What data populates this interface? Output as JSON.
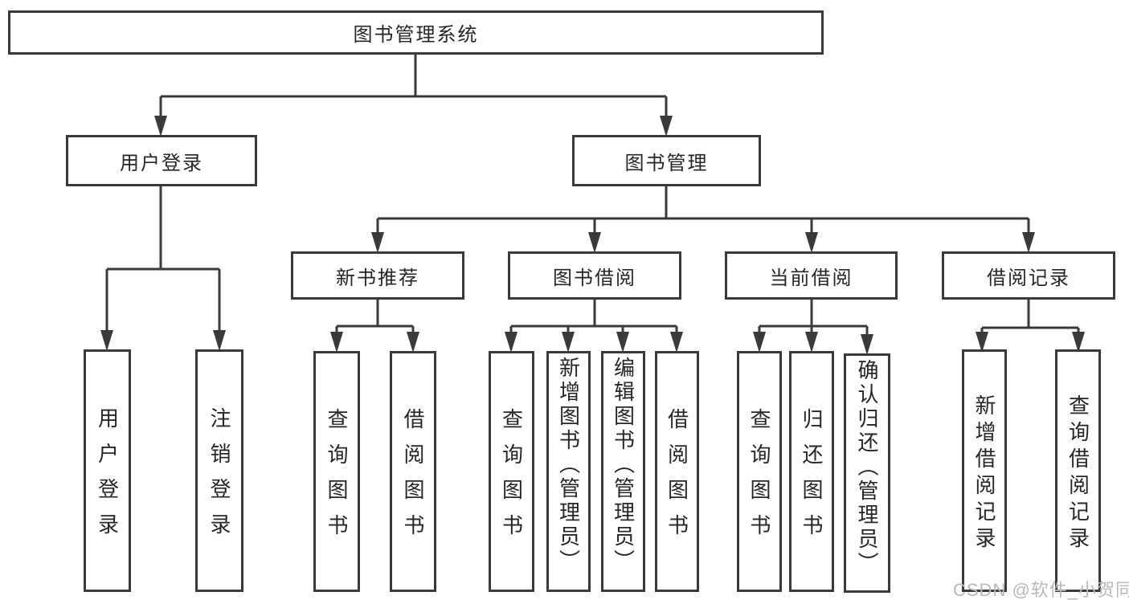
{
  "tree": {
    "root": "图书管理系统",
    "branches": [
      {
        "label": "用户登录",
        "children": [
          "用户登录",
          "注销登录"
        ]
      },
      {
        "label": "图书管理",
        "groups": [
          {
            "label": "新书推荐",
            "children": [
              "查询图书",
              "借阅图书"
            ]
          },
          {
            "label": "图书借阅",
            "children": [
              "查询图书",
              "新增图书（管理员）",
              "编辑图书（管理员）",
              "借阅图书"
            ]
          },
          {
            "label": "当前借阅",
            "children": [
              "查询图书",
              "归还图书",
              "确认归还（管理员）"
            ]
          },
          {
            "label": "借阅记录",
            "children": [
              "新增借阅记录",
              "查询借阅记录"
            ]
          }
        ]
      }
    ]
  },
  "watermark": "CSDN @软件_小贺同学",
  "colors": {
    "line": "#3a3a3a",
    "text": "#262626",
    "background": "#ffffff",
    "watermark": "#b9b9b9"
  }
}
